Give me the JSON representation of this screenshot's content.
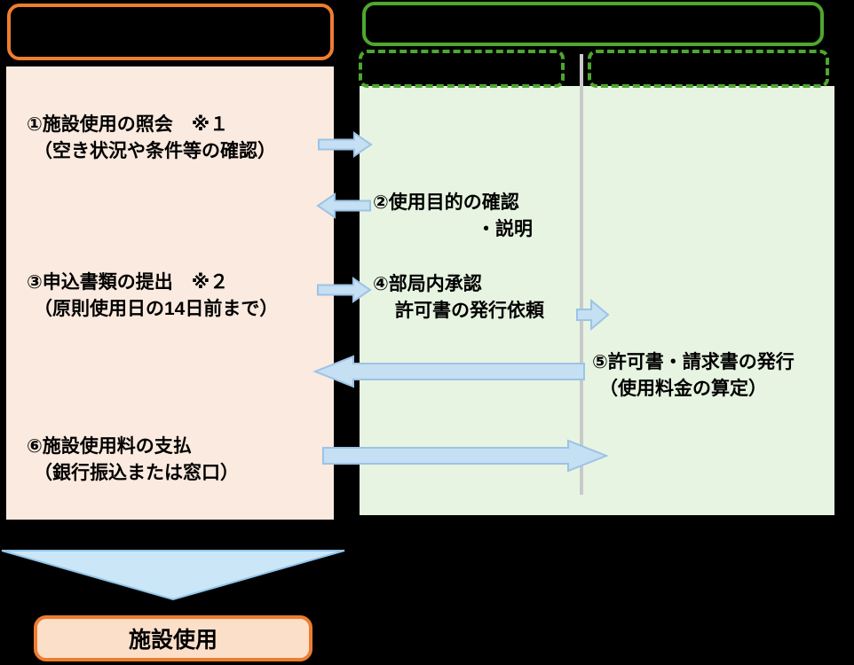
{
  "colors": {
    "orange_border": "#ED7D31",
    "green_border": "#4EA72E",
    "applicant_lane_fill": "#FBEADF",
    "university_lane_fill": "#E7F4E1",
    "arrow_fill": "#C5DFF3",
    "arrow_border": "#9DC3E6",
    "divider": "#C9C9C9",
    "final_box_fill": "#FBDFC9",
    "triangle_fill": "#CBE7F7",
    "triangle_border": "#93C5E9",
    "text": "#000000",
    "background": "#000000"
  },
  "steps": {
    "s1": {
      "line1": "①施設使用の照会　※１",
      "line2": "（空き状況や条件等の確認）"
    },
    "s2": {
      "line1": "②使用目的の確認",
      "line2": "・説明"
    },
    "s3": {
      "line1": "③申込書類の提出　※２",
      "line2": "（原則使用日の14日前まで）"
    },
    "s4": {
      "line1": "④部局内承認",
      "line2": "許可書の発行依頼"
    },
    "s5": {
      "line1": "⑤許可書・請求書の発行",
      "line2": "（使用料金の算定）"
    },
    "s6": {
      "line1": "⑥施設使用料の支払",
      "line2": "（銀行振込または窓口）"
    }
  },
  "final_box": {
    "label": "施設使用"
  }
}
